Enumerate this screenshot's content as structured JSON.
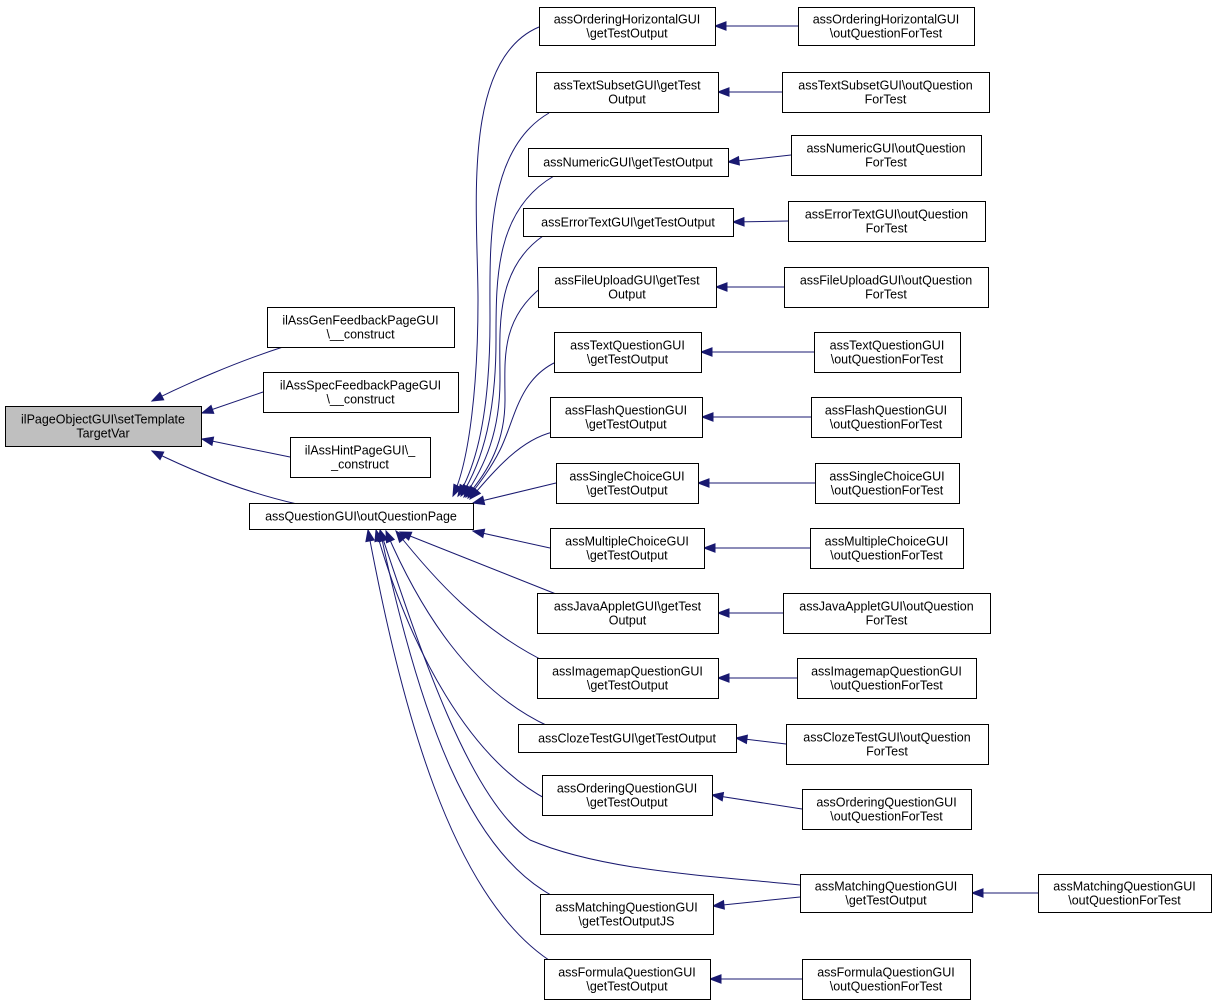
{
  "colors": {
    "edge": "#191970",
    "root_fill": "#bfbfbf",
    "node_fill": "#ffffff"
  },
  "nodes": [
    {
      "id": "root",
      "lines": [
        "ilPageObjectGUI\\setTemplate",
        "TargetVar"
      ]
    },
    {
      "id": "genfb",
      "lines": [
        "ilAssGenFeedbackPageGUI",
        "\\__construct"
      ]
    },
    {
      "id": "specfb",
      "lines": [
        "ilAssSpecFeedbackPageGUI",
        "\\__construct"
      ]
    },
    {
      "id": "hint",
      "lines": [
        "ilAssHintPageGUI\\_",
        "_construct"
      ]
    },
    {
      "id": "outqp",
      "lines": [
        "assQuestionGUI\\outQuestionPage"
      ]
    },
    {
      "id": "ordh",
      "lines": [
        "assOrderingHorizontalGUI",
        "\\getTestOutput"
      ]
    },
    {
      "id": "ordh2",
      "lines": [
        "assOrderingHorizontalGUI",
        "\\outQuestionForTest"
      ]
    },
    {
      "id": "txs",
      "lines": [
        "assTextSubsetGUI\\getTest",
        "Output"
      ]
    },
    {
      "id": "txs2",
      "lines": [
        "assTextSubsetGUI\\outQuestion",
        "ForTest"
      ]
    },
    {
      "id": "num",
      "lines": [
        "assNumericGUI\\getTestOutput"
      ]
    },
    {
      "id": "num2",
      "lines": [
        "assNumericGUI\\outQuestion",
        "ForTest"
      ]
    },
    {
      "id": "err",
      "lines": [
        "assErrorTextGUI\\getTestOutput"
      ]
    },
    {
      "id": "err2",
      "lines": [
        "assErrorTextGUI\\outQuestion",
        "ForTest"
      ]
    },
    {
      "id": "fu",
      "lines": [
        "assFileUploadGUI\\getTest",
        "Output"
      ]
    },
    {
      "id": "fu2",
      "lines": [
        "assFileUploadGUI\\outQuestion",
        "ForTest"
      ]
    },
    {
      "id": "tq",
      "lines": [
        "assTextQuestionGUI",
        "\\getTestOutput"
      ]
    },
    {
      "id": "tq2",
      "lines": [
        "assTextQuestionGUI",
        "\\outQuestionForTest"
      ]
    },
    {
      "id": "fq",
      "lines": [
        "assFlashQuestionGUI",
        "\\getTestOutput"
      ]
    },
    {
      "id": "fq2",
      "lines": [
        "assFlashQuestionGUI",
        "\\outQuestionForTest"
      ]
    },
    {
      "id": "sc",
      "lines": [
        "assSingleChoiceGUI",
        "\\getTestOutput"
      ]
    },
    {
      "id": "sc2",
      "lines": [
        "assSingleChoiceGUI",
        "\\outQuestionForTest"
      ]
    },
    {
      "id": "mc",
      "lines": [
        "assMultipleChoiceGUI",
        "\\getTestOutput"
      ]
    },
    {
      "id": "mc2",
      "lines": [
        "assMultipleChoiceGUI",
        "\\outQuestionForTest"
      ]
    },
    {
      "id": "ja",
      "lines": [
        "assJavaAppletGUI\\getTest",
        "Output"
      ]
    },
    {
      "id": "ja2",
      "lines": [
        "assJavaAppletGUI\\outQuestion",
        "ForTest"
      ]
    },
    {
      "id": "im",
      "lines": [
        "assImagemapQuestionGUI",
        "\\getTestOutput"
      ]
    },
    {
      "id": "im2",
      "lines": [
        "assImagemapQuestionGUI",
        "\\outQuestionForTest"
      ]
    },
    {
      "id": "cz",
      "lines": [
        "assClozeTestGUI\\getTestOutput"
      ]
    },
    {
      "id": "cz2",
      "lines": [
        "assClozeTestGUI\\outQuestion",
        "ForTest"
      ]
    },
    {
      "id": "oq",
      "lines": [
        "assOrderingQuestionGUI",
        "\\getTestOutput"
      ]
    },
    {
      "id": "oq2",
      "lines": [
        "assOrderingQuestionGUI",
        "\\outQuestionForTest"
      ]
    },
    {
      "id": "mqo",
      "lines": [
        "assMatchingQuestionGUI",
        "\\getTestOutput"
      ]
    },
    {
      "id": "mqo2",
      "lines": [
        "assMatchingQuestionGUI",
        "\\outQuestionForTest"
      ]
    },
    {
      "id": "mqjs",
      "lines": [
        "assMatchingQuestionGUI",
        "\\getTestOutputJS"
      ]
    },
    {
      "id": "fm",
      "lines": [
        "assFormulaQuestionGUI",
        "\\getTestOutput"
      ]
    },
    {
      "id": "fm2",
      "lines": [
        "assFormulaQuestionGUI",
        "\\outQuestionForTest"
      ]
    }
  ],
  "edges": [
    {
      "from": "genfb",
      "to": "root"
    },
    {
      "from": "specfb",
      "to": "root"
    },
    {
      "from": "hint",
      "to": "root"
    },
    {
      "from": "outqp",
      "to": "root"
    },
    {
      "from": "ordh",
      "to": "outqp"
    },
    {
      "from": "txs",
      "to": "outqp"
    },
    {
      "from": "num",
      "to": "outqp"
    },
    {
      "from": "err",
      "to": "outqp"
    },
    {
      "from": "fu",
      "to": "outqp"
    },
    {
      "from": "tq",
      "to": "outqp"
    },
    {
      "from": "fq",
      "to": "outqp"
    },
    {
      "from": "sc",
      "to": "outqp"
    },
    {
      "from": "mc",
      "to": "outqp"
    },
    {
      "from": "ja",
      "to": "outqp"
    },
    {
      "from": "im",
      "to": "outqp"
    },
    {
      "from": "cz",
      "to": "outqp"
    },
    {
      "from": "oq",
      "to": "outqp"
    },
    {
      "from": "mqo",
      "to": "outqp"
    },
    {
      "from": "mqjs",
      "to": "outqp"
    },
    {
      "from": "fm",
      "to": "outqp"
    },
    {
      "from": "ordh2",
      "to": "ordh"
    },
    {
      "from": "txs2",
      "to": "txs"
    },
    {
      "from": "num2",
      "to": "num"
    },
    {
      "from": "err2",
      "to": "err"
    },
    {
      "from": "fu2",
      "to": "fu"
    },
    {
      "from": "tq2",
      "to": "tq"
    },
    {
      "from": "fq2",
      "to": "fq"
    },
    {
      "from": "sc2",
      "to": "sc"
    },
    {
      "from": "mc2",
      "to": "mc"
    },
    {
      "from": "ja2",
      "to": "ja"
    },
    {
      "from": "im2",
      "to": "im"
    },
    {
      "from": "cz2",
      "to": "cz"
    },
    {
      "from": "oq2",
      "to": "oq"
    },
    {
      "from": "mqo2",
      "to": "mqo"
    },
    {
      "from": "mqo",
      "to": "mqjs"
    },
    {
      "from": "fm2",
      "to": "fm"
    }
  ]
}
